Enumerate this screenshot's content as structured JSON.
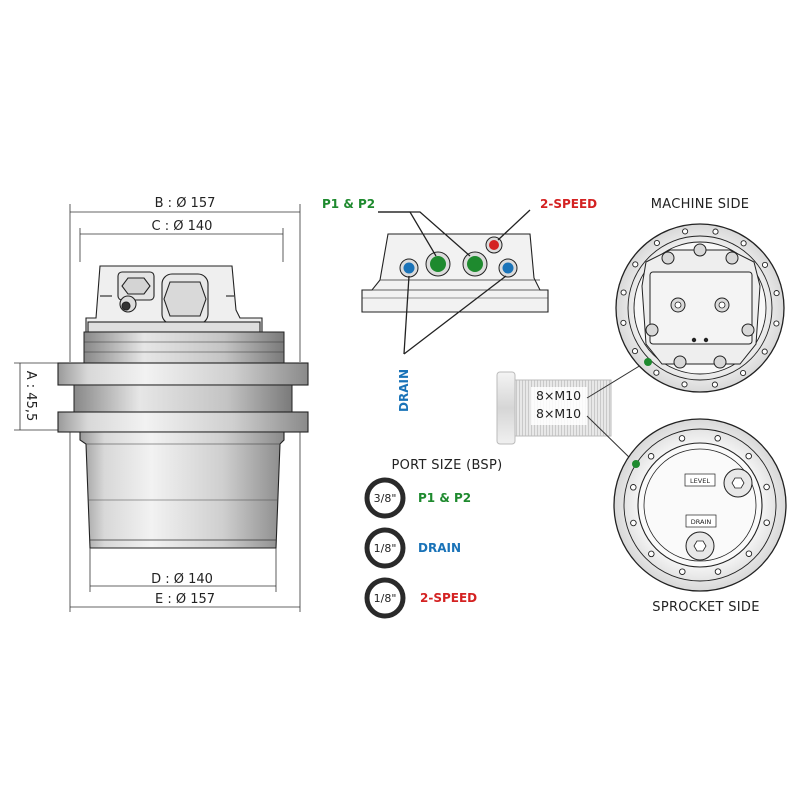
{
  "dimensions": {
    "a": "A : 45,5",
    "b": "B : Ø 157",
    "c": "C : Ø 140",
    "d": "D : Ø 140",
    "e": "E : Ø 157"
  },
  "ports": {
    "p1p2": "P1 & P2",
    "two_speed": "2-SPEED",
    "drain": "DRAIN"
  },
  "views": {
    "machine_side": "MACHINE SIDE",
    "sprocket_side": "SPROCKET SIDE",
    "level_label": "LEVEL",
    "drain_label": "DRAIN"
  },
  "bolt": {
    "spec_top": "8×M10",
    "spec_bottom": "8×M10"
  },
  "port_size": {
    "title": "PORT SIZE (BSP)",
    "rows": [
      {
        "size": "3/8\"",
        "label": "P1 & P2",
        "color": "#1e8a2e"
      },
      {
        "size": "1/8\"",
        "label": "DRAIN",
        "color": "#1a73b8"
      },
      {
        "size": "1/8\"",
        "label": "2-SPEED",
        "color": "#d42222"
      }
    ]
  },
  "colors": {
    "green": "#1e8a2e",
    "blue": "#1a73b8",
    "red": "#d42222"
  }
}
